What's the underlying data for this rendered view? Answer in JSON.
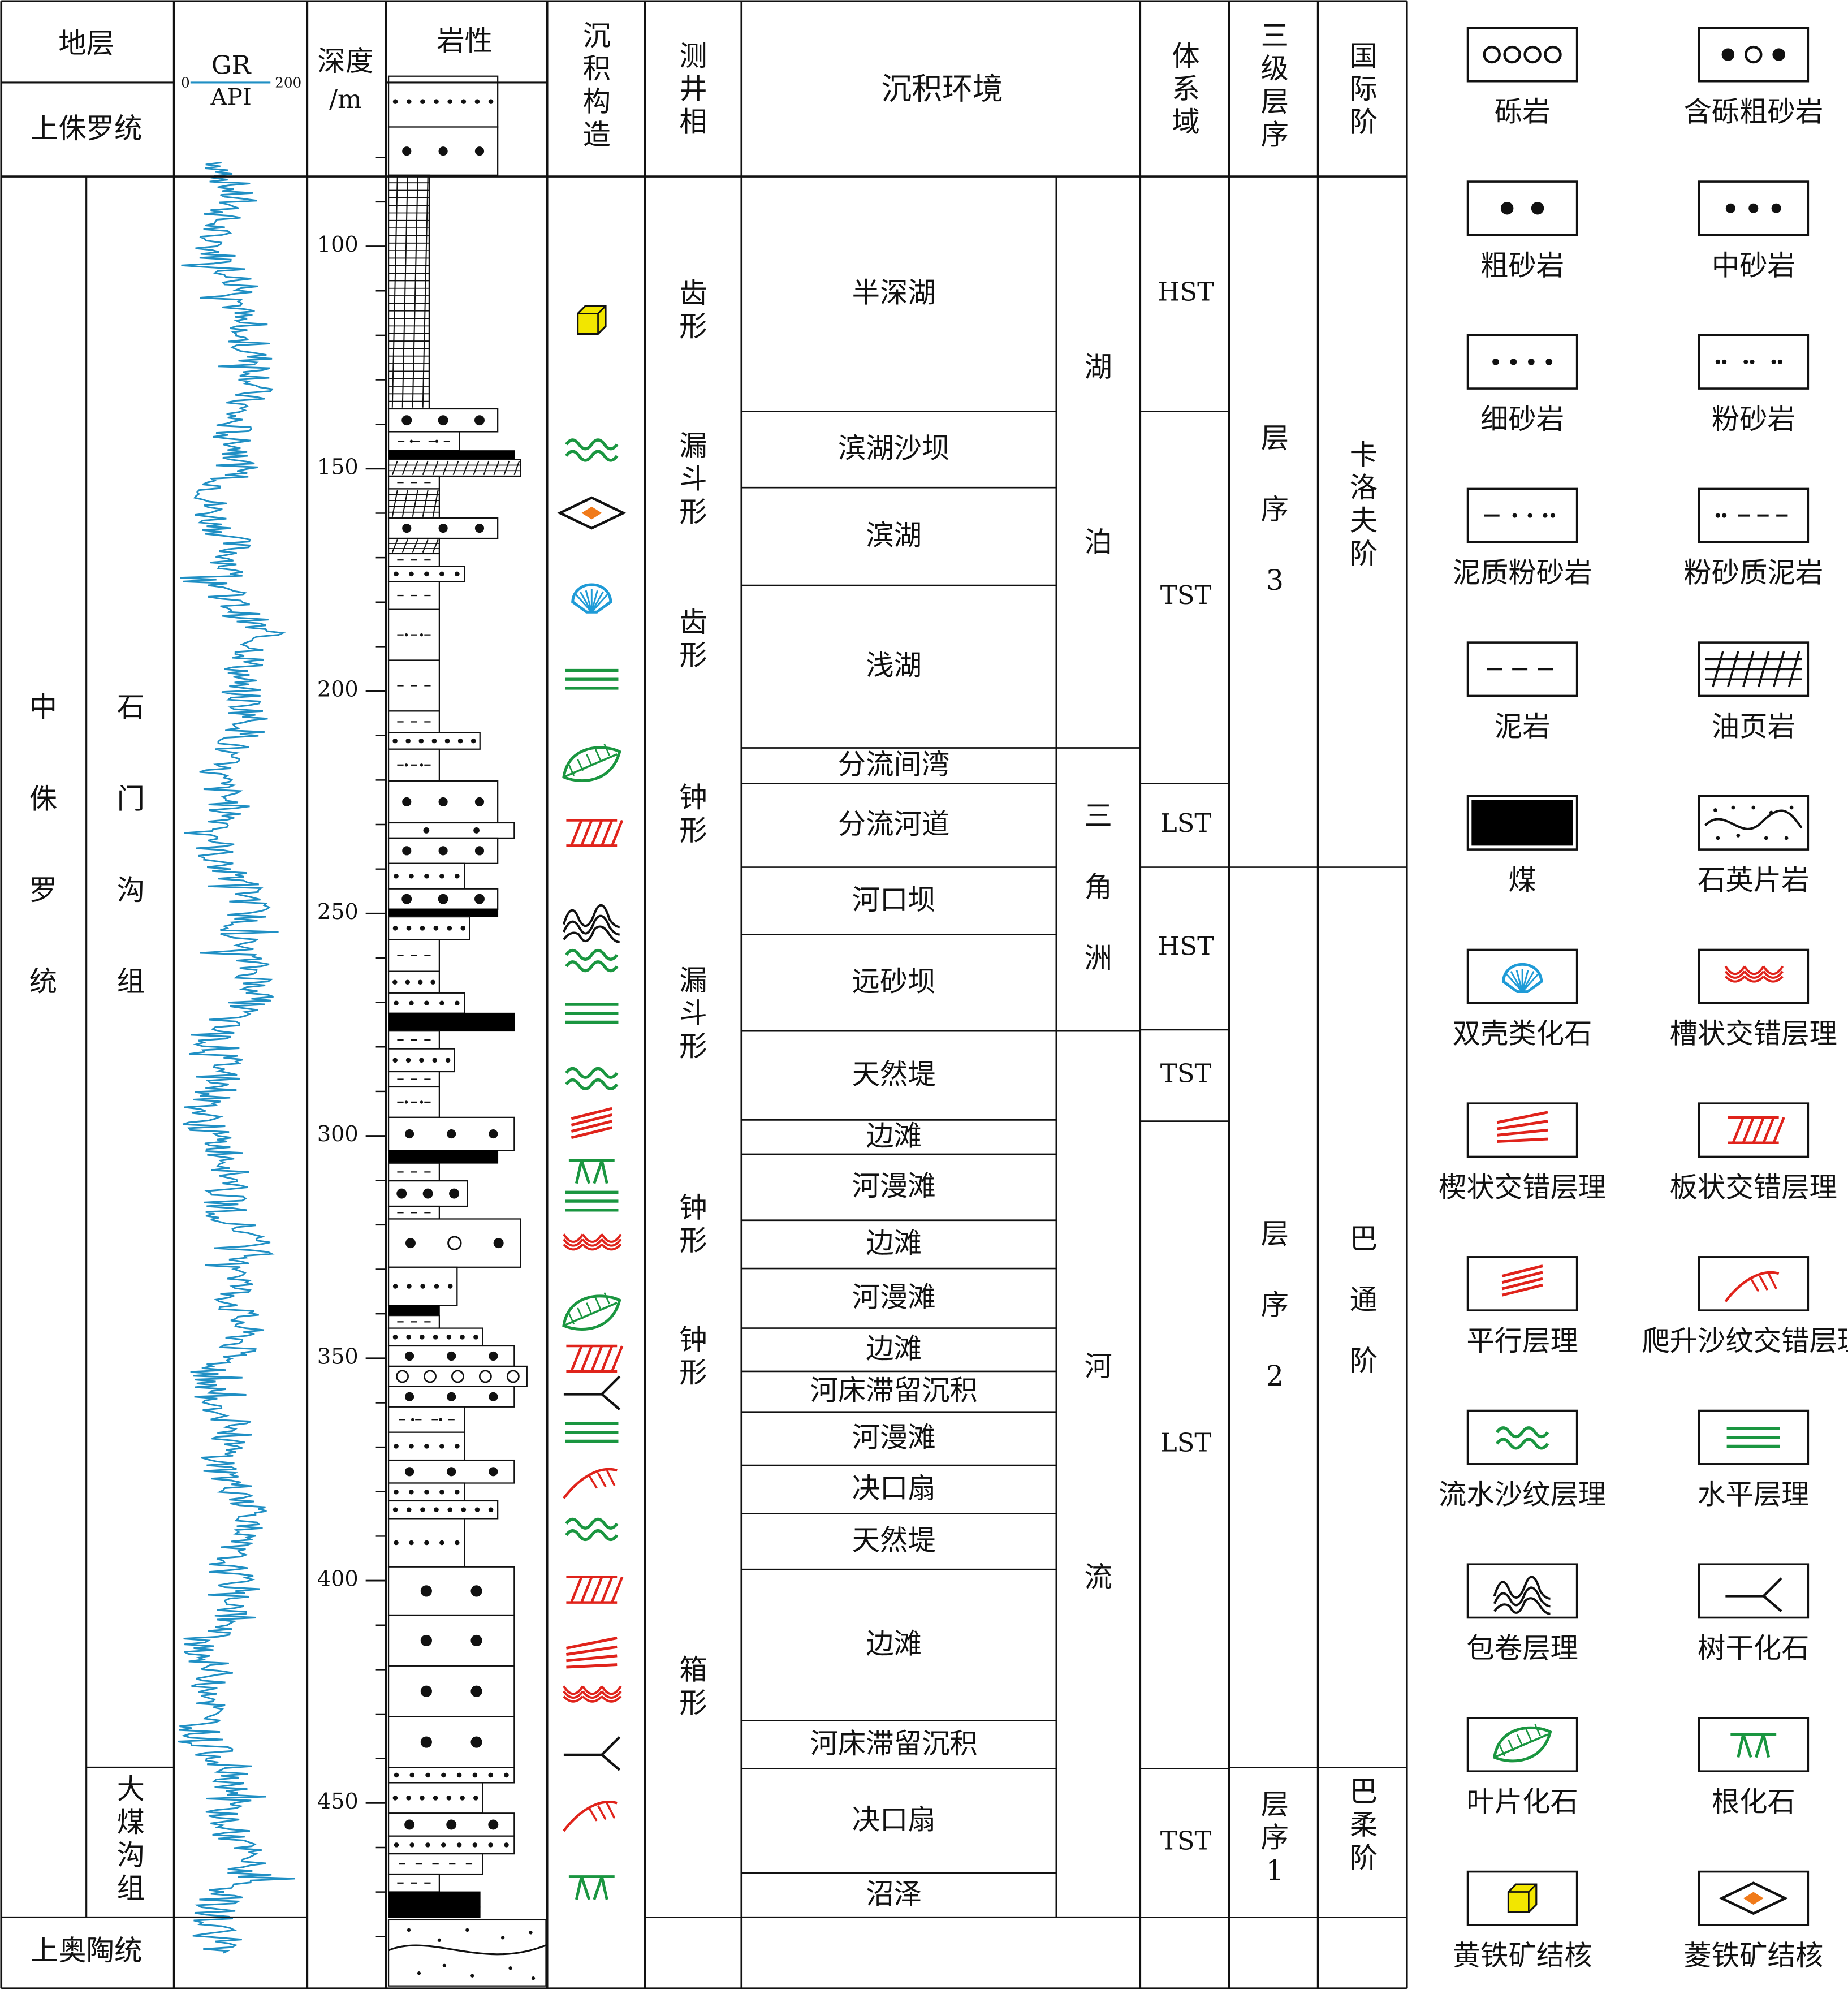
{
  "headers": {
    "stratum": "地层",
    "gr_title": "GR",
    "gr_unit": "API",
    "gr_min": "0",
    "gr_max": "200",
    "depth": "深度",
    "depth_unit": "/m",
    "lithology": "岩性",
    "structure": "沉积构造",
    "log_facies": "测井相",
    "environment": "沉积环境",
    "systems_tract": "体系域",
    "sequence": "三级层序",
    "stage": "国际阶"
  },
  "strata": {
    "upper_jurassic": "上侏罗统",
    "middle_jurassic": "中侏罗统",
    "shimengou": "石门沟组",
    "dameigou": "大煤沟组",
    "upper_ordovician": "上奥陶统"
  },
  "depth_ticks": [
    "100",
    "150",
    "200",
    "250",
    "300",
    "350",
    "400",
    "450"
  ],
  "log_facies": [
    {
      "label": "齿形"
    },
    {
      "label": "漏斗形"
    },
    {
      "label": "齿形"
    },
    {
      "label": "钟形"
    },
    {
      "label": "漏斗形"
    },
    {
      "label": "钟形"
    },
    {
      "label": "钟形"
    },
    {
      "label": "箱形"
    }
  ],
  "subenvironments": [
    "半深湖",
    "滨湖沙坝",
    "滨湖",
    "浅湖",
    "分流间湾",
    "分流河道",
    "河口坝",
    "远砂坝",
    "天然堤",
    "边滩",
    "河漫滩",
    "边滩",
    "河漫滩",
    "边滩",
    "河床滞留沉积",
    "河漫滩",
    "决口扇",
    "天然堤",
    "边滩",
    "河床滞留沉积",
    "决口扇",
    "沼泽"
  ],
  "environments": [
    {
      "label": "湖泊"
    },
    {
      "label": "三角洲"
    },
    {
      "label": "河流"
    }
  ],
  "systems_tracts": [
    "HST",
    "TST",
    "LST",
    "HST",
    "TST",
    "LST",
    "TST"
  ],
  "sequences": [
    {
      "label": "层序",
      "num": "3"
    },
    {
      "label": "层序",
      "num": "2"
    },
    {
      "label": "层序",
      "num": "1"
    }
  ],
  "stages": [
    "卡洛夫阶",
    "巴通阶",
    "巴柔阶"
  ],
  "legend": [
    {
      "label": "砾岩",
      "icon": "conglomerate-icon"
    },
    {
      "label": "含砾粗砂岩",
      "icon": "pebbly-coarse-sandstone-icon"
    },
    {
      "label": "粗砂岩",
      "icon": "coarse-sandstone-icon"
    },
    {
      "label": "中砂岩",
      "icon": "medium-sandstone-icon"
    },
    {
      "label": "细砂岩",
      "icon": "fine-sandstone-icon"
    },
    {
      "label": "粉砂岩",
      "icon": "siltstone-icon"
    },
    {
      "label": "泥质粉砂岩",
      "icon": "argillaceous-siltstone-icon"
    },
    {
      "label": "粉砂质泥岩",
      "icon": "silty-mudstone-icon"
    },
    {
      "label": "泥岩",
      "icon": "mudstone-icon"
    },
    {
      "label": "油页岩",
      "icon": "oil-shale-icon"
    },
    {
      "label": "煤",
      "icon": "coal-icon"
    },
    {
      "label": "石英片岩",
      "icon": "quartz-schist-icon"
    },
    {
      "label": "双壳类化石",
      "icon": "bivalve-fossil-icon"
    },
    {
      "label": "槽状交错层理",
      "icon": "trough-cross-bedding-icon"
    },
    {
      "label": "楔状交错层理",
      "icon": "wedge-cross-bedding-icon"
    },
    {
      "label": "板状交错层理",
      "icon": "tabular-cross-bedding-icon"
    },
    {
      "label": "平行层理",
      "icon": "parallel-bedding-icon"
    },
    {
      "label": "爬升沙纹交错层理",
      "icon": "climbing-ripple-icon"
    },
    {
      "label": "流水沙纹层理",
      "icon": "current-ripple-icon"
    },
    {
      "label": "水平层理",
      "icon": "horizontal-bedding-icon"
    },
    {
      "label": "包卷层理",
      "icon": "convolute-bedding-icon"
    },
    {
      "label": "树干化石",
      "icon": "tree-trunk-fossil-icon"
    },
    {
      "label": "叶片化石",
      "icon": "leaf-fossil-icon"
    },
    {
      "label": "根化石",
      "icon": "root-fossil-icon"
    },
    {
      "label": "黄铁矿结核",
      "icon": "pyrite-nodule-icon"
    },
    {
      "label": "菱铁矿结核",
      "icon": "siderite-nodule-icon"
    }
  ],
  "colors": {
    "gr_curve": "#1f8fc4",
    "red_structure": "#e0231b",
    "green_structure": "#1a9640",
    "pyrite": "#f2e600",
    "siderite": "#f07a1a",
    "bivalve": "#1f9bd7"
  }
}
